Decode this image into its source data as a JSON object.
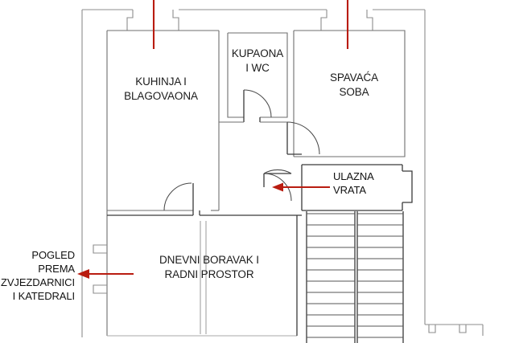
{
  "document": {
    "type": "architectural-floor-plan",
    "language": "hr",
    "background_color": "#ffffff"
  },
  "colors": {
    "annotation_red": "#b91c10",
    "wall_outer": "#8c8c8c",
    "wall_inner": "#6e6e6e",
    "wall_thick": "#3a3a3a",
    "text": "#1b1b1b"
  },
  "rooms": [
    {
      "id": "kuhinja",
      "label": "KUHINJA I\nBLAGOVAONA",
      "line1": "KUHINJA I",
      "line2": "BLAGOVAONA"
    },
    {
      "id": "kupaona",
      "label": "KUPAONA\nI WC",
      "line1": "KUPAONA",
      "line2": "I WC"
    },
    {
      "id": "spavaca-soba",
      "label": "SPAVAĆA\nSOBA",
      "line1": "SPAVAĆA",
      "line2": "SOBA"
    },
    {
      "id": "dnevni-boravak",
      "label": "DNEVNI BORAVAK I\nRADNI PROSTOR",
      "line1": "DNEVNI BORAVAK I",
      "line2": "RADNI PROSTOR"
    }
  ],
  "annotations": [
    {
      "id": "ulazna-vrata",
      "label": "ULAZNA\nVRATA",
      "direction": "left",
      "color": "#b91c10"
    },
    {
      "id": "pogled",
      "label": "POGLED\nPREMA\nZVJEZDARNICI\nI KATEDRALI",
      "direction": "left",
      "color": "#b91c10"
    },
    {
      "id": "view-arrow-kitchen",
      "label": "",
      "direction": "up",
      "color": "#b91c10"
    },
    {
      "id": "view-arrow-bedroom",
      "label": "",
      "direction": "up",
      "color": "#b91c10"
    }
  ],
  "features": {
    "staircase": {
      "name": "staircase",
      "flights": 2,
      "steps_per_flight": 11
    },
    "doors": [
      {
        "id": "door-kupaona",
        "swing": "arc"
      },
      {
        "id": "door-kuhinja",
        "swing": "arc"
      },
      {
        "id": "door-ulaz",
        "swing": "arc"
      },
      {
        "id": "door-dnevni",
        "swing": "arc"
      }
    ],
    "windows": [
      {
        "id": "window-kuhinja",
        "wall": "north"
      },
      {
        "id": "window-spavaca",
        "wall": "north"
      },
      {
        "id": "window-dnevni-upper",
        "wall": "west"
      },
      {
        "id": "window-dnevni-lower",
        "wall": "west"
      },
      {
        "id": "window-hall-upper",
        "wall": "east"
      },
      {
        "id": "window-hall-lower",
        "wall": "east"
      }
    ]
  }
}
